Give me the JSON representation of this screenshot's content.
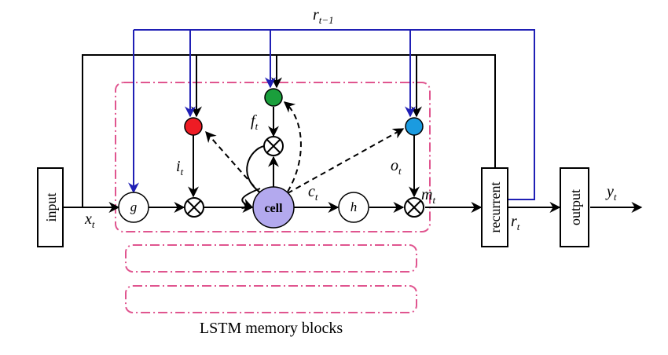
{
  "nodes": {
    "input": "input",
    "g": "g",
    "h": "h",
    "cell": "cell",
    "recurrent": "recurrent",
    "output": "output"
  },
  "labels": {
    "x_t_base": "x",
    "x_t_sub": "t",
    "r_prev_base": "r",
    "r_prev_sub": "t−1",
    "r_t_base": "r",
    "r_t_sub": "t",
    "i_t_base": "i",
    "i_t_sub": "t",
    "f_t_base": "f",
    "f_t_sub": "t",
    "o_t_base": "o",
    "o_t_sub": "t",
    "c_t_base": "c",
    "c_t_sub": "t",
    "m_t_base": "m",
    "m_t_sub": "t",
    "y_t_base": "y",
    "y_t_sub": "t"
  },
  "caption": "LSTM memory blocks",
  "colors": {
    "input_gate": "#ee1c24",
    "forget_gate": "#1a9f3c",
    "output_gate": "#1b9be0",
    "cell_fill": "#b3a9ee",
    "recurrent_line": "#1f1fb5",
    "block_border": "#e0558f"
  }
}
